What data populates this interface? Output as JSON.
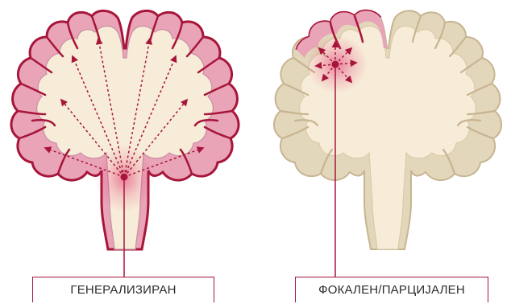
{
  "figure": {
    "panels": [
      {
        "id": "generalized",
        "label": "ГЕНЕРАЛИЗИРАН"
      },
      {
        "id": "focal",
        "label": "ФОКАЛЕН/ПАРЦИЈАЛЕН"
      }
    ]
  },
  "colors": {
    "accent": "#a7163a",
    "cortex_pink": "#e9a4b8",
    "white_matter": "#f7ecd8",
    "cortex_tan": "#e3d7bb",
    "outline_tan": "#c7b491",
    "glow": "#e0286a"
  }
}
